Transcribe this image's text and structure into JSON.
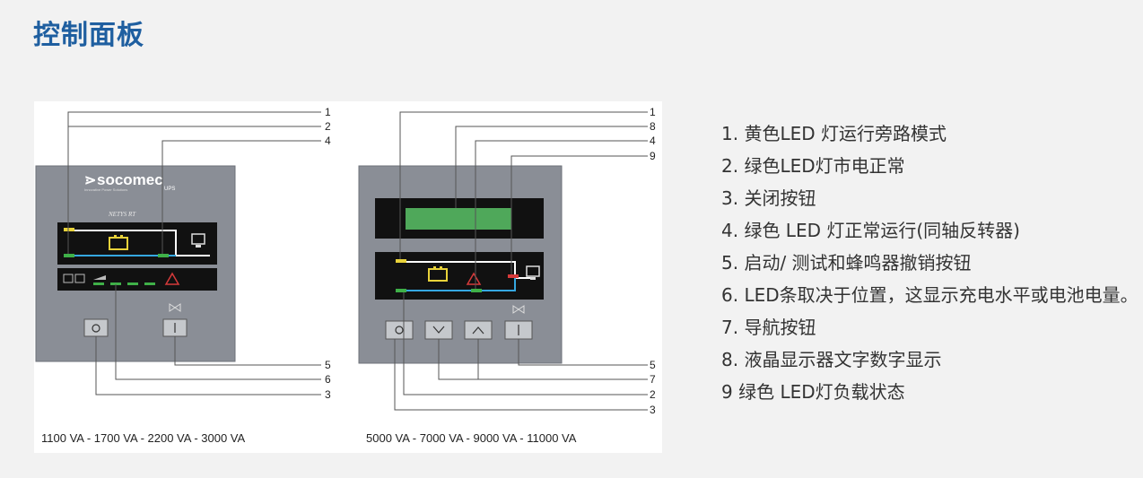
{
  "page_title": "控制面板",
  "left_panel": {
    "brand": "socomec",
    "brand_sub": "UPS",
    "tagline": "Innovative Power Solutions",
    "model": "NETYS RT",
    "callouts_top": [
      "1",
      "2",
      "4"
    ],
    "callouts_bottom": [
      "5",
      "6",
      "3"
    ],
    "caption": "1100 VA - 1700 VA - 2200 VA - 3000 VA"
  },
  "right_panel": {
    "callouts_top": [
      "1",
      "8",
      "4",
      "9"
    ],
    "callouts_bottom": [
      "5",
      "7",
      "2",
      "3"
    ],
    "caption": "5000 VA - 7000 VA - 9000 VA - 11000 VA"
  },
  "legend": [
    "1. 黄色LED 灯运行旁路模式",
    "2. 绿色LED灯市电正常",
    "3. 关闭按钮",
    "4. 绿色 LED 灯正常运行(同轴反转器)",
    "5. 启动/ 测试和蜂鸣器撤销按钮",
    "6. LED条取决于位置，这显示充电水平或电池电量。",
    "7. 导航按钮",
    "8. 液晶显示器文字数字显示",
    "9 绿色 LED灯负载状态"
  ],
  "colors": {
    "title": "#1f5fa0",
    "panel": "#8a8e96",
    "display": "#111111",
    "led_yellow": "#e8d23a",
    "led_green": "#3fb048",
    "led_red": "#d63a3a",
    "flow_blue": "#35a7e0",
    "lcd_green": "#4fa85a"
  },
  "icons": [
    "battery-icon",
    "monitor-icon",
    "warning-icon",
    "power-icon",
    "bell-mute-icon",
    "arrow-up-icon",
    "arrow-down-icon"
  ]
}
